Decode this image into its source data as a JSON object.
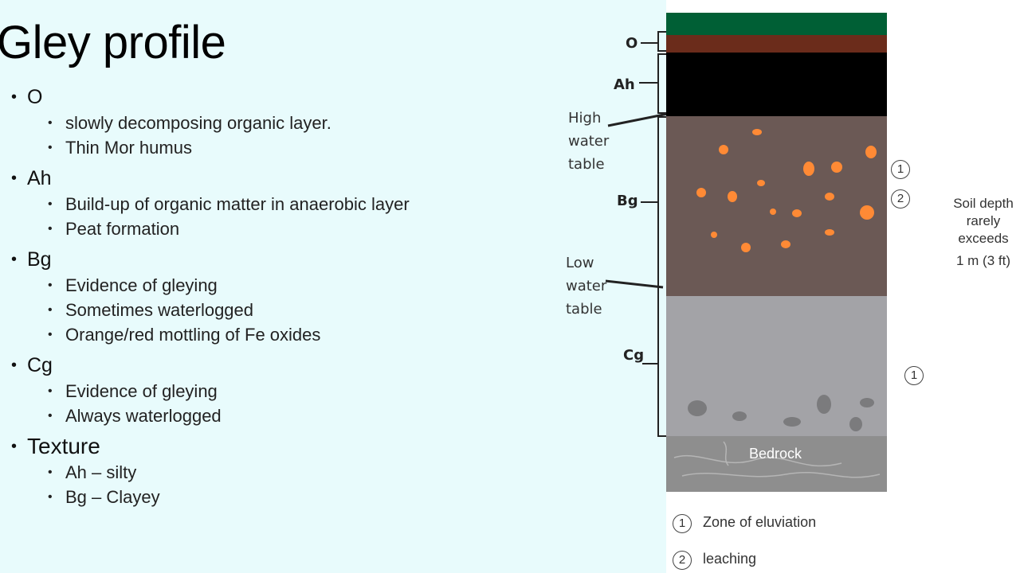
{
  "title": "Gley profile",
  "sections": [
    {
      "heading": "O",
      "items": [
        "slowly decomposing organic layer.",
        "Thin Mor humus"
      ]
    },
    {
      "heading": "Ah",
      "items": [
        "Build-up of organic matter in anaerobic layer",
        "Peat formation"
      ]
    },
    {
      "heading": "Bg",
      "items": [
        "Evidence of gleying",
        "Sometimes waterlogged",
        "Orange/red  mottling of Fe oxides"
      ]
    },
    {
      "heading": "Cg",
      "items": [
        "Evidence of gleying",
        "Always waterlogged"
      ]
    },
    {
      "heading": "Texture",
      "items": [
        "Ah – silty",
        "Bg – Clayey"
      ]
    }
  ],
  "diagram": {
    "horizon_labels": {
      "o": "O",
      "ah": "Ah",
      "bg": "Bg",
      "cg": "Cg"
    },
    "high_water_table": [
      "High",
      "water",
      "table"
    ],
    "low_water_table": [
      "Low",
      "water",
      "table"
    ],
    "bedrock": "Bedrock",
    "soil_depth": [
      "Soil depth",
      "rarely",
      "exceeds",
      "1 m (3 ft)"
    ],
    "circle_1": "1",
    "circle_2": "2",
    "legend": [
      {
        "num": "1",
        "text": "Zone of eluviation"
      },
      {
        "num": "2",
        "text": "leaching"
      }
    ],
    "colors": {
      "grass": "#005f35",
      "o_horizon": "#6b2c1b",
      "ah_horizon": "#000000",
      "bg_horizon": "#6b5955",
      "cg_horizon": "#a3a3a7",
      "bedrock": "#8e8e8e",
      "mottle": "#ff8a35"
    }
  }
}
